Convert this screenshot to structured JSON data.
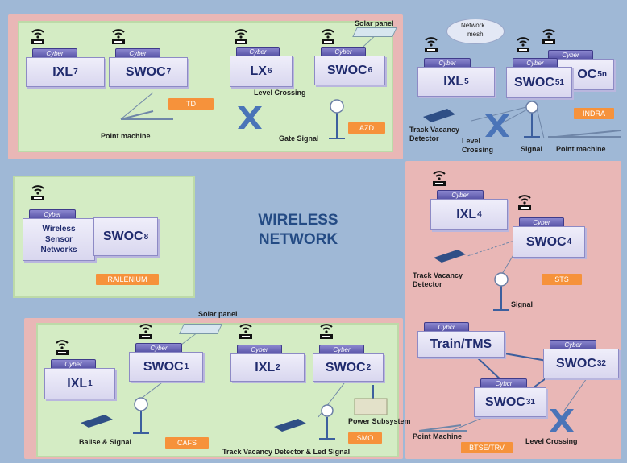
{
  "center": {
    "line1": "WIRELESS",
    "line2": "NETWORK"
  },
  "cyber_tab": "Cyber",
  "cyber_tab_alt": "Cybcr",
  "nodes": {
    "ixl7": {
      "name": "IXL",
      "sub": "7"
    },
    "swoc7": {
      "name": "SWOC",
      "sub": "7"
    },
    "lx6": {
      "name": "LX",
      "sub": "6"
    },
    "swoc6": {
      "name": "SWOC",
      "sub": "6"
    },
    "ixl5": {
      "name": "IXL",
      "sub": "5"
    },
    "swoc51": {
      "name": "SWOC",
      "sub": "51"
    },
    "swoc5n": {
      "name": "OC",
      "sub": "5n"
    },
    "wsn": {
      "name": "Wireless Sensor Networks"
    },
    "swoc8": {
      "name": "SWOC",
      "sub": "8"
    },
    "ixl4": {
      "name": "IXL",
      "sub": "4"
    },
    "swoc4": {
      "name": "SWOC",
      "sub": "4"
    },
    "ixl1": {
      "name": "IXL",
      "sub": "1"
    },
    "swoc1": {
      "name": "SWOC",
      "sub": "1"
    },
    "ixl2": {
      "name": "IXL",
      "sub": "2"
    },
    "swoc2": {
      "name": "SWOC",
      "sub": "2"
    },
    "train": {
      "name": "Train/TMS"
    },
    "swoc32": {
      "name": "SWOC",
      "sub": "32"
    },
    "swoc31": {
      "name": "SWOC",
      "sub": "31"
    }
  },
  "labels": {
    "solar_panel": "Solar panel",
    "level_crossing": "Level Crossing",
    "point_machine": "Point machine",
    "gate_signal": "Gate Signal",
    "network_mesh_1": "Network",
    "network_mesh_2": "mesh",
    "tvd_1": "Track Vacancy",
    "tvd_2": "Detector",
    "level_1": "Level",
    "crossing_2": "Crossing",
    "signal": "Signal",
    "point_machine_5": "Point machine",
    "tvd4_1": "Track Vacancy",
    "tvd4_2": "Detector",
    "signal_4": "Signal",
    "solar_panel_1": "Solar panel",
    "balise_signal": "Balise & Signal",
    "tvd_led": "Track Vacancy Detector & Led Signal",
    "power_subsystem": "Power Subsystem",
    "point_machine_3": "Point Machine",
    "level_crossing_3": "Level Crossing"
  },
  "badges": {
    "td": "TD",
    "azd": "AZD",
    "indra": "INDRA",
    "railenium": "RAILENIUM",
    "sts": "STS",
    "cafs": "CAFS",
    "smo": "SMO",
    "btse": "BTSE/TRV"
  },
  "colors": {
    "background": "#9fb8d6",
    "pink_panel": "#e9b7b6",
    "green_panel": "#d4ecc4",
    "badge": "#f6923b",
    "node_text": "#1f2a6d",
    "crossing": "#4a74b8"
  }
}
